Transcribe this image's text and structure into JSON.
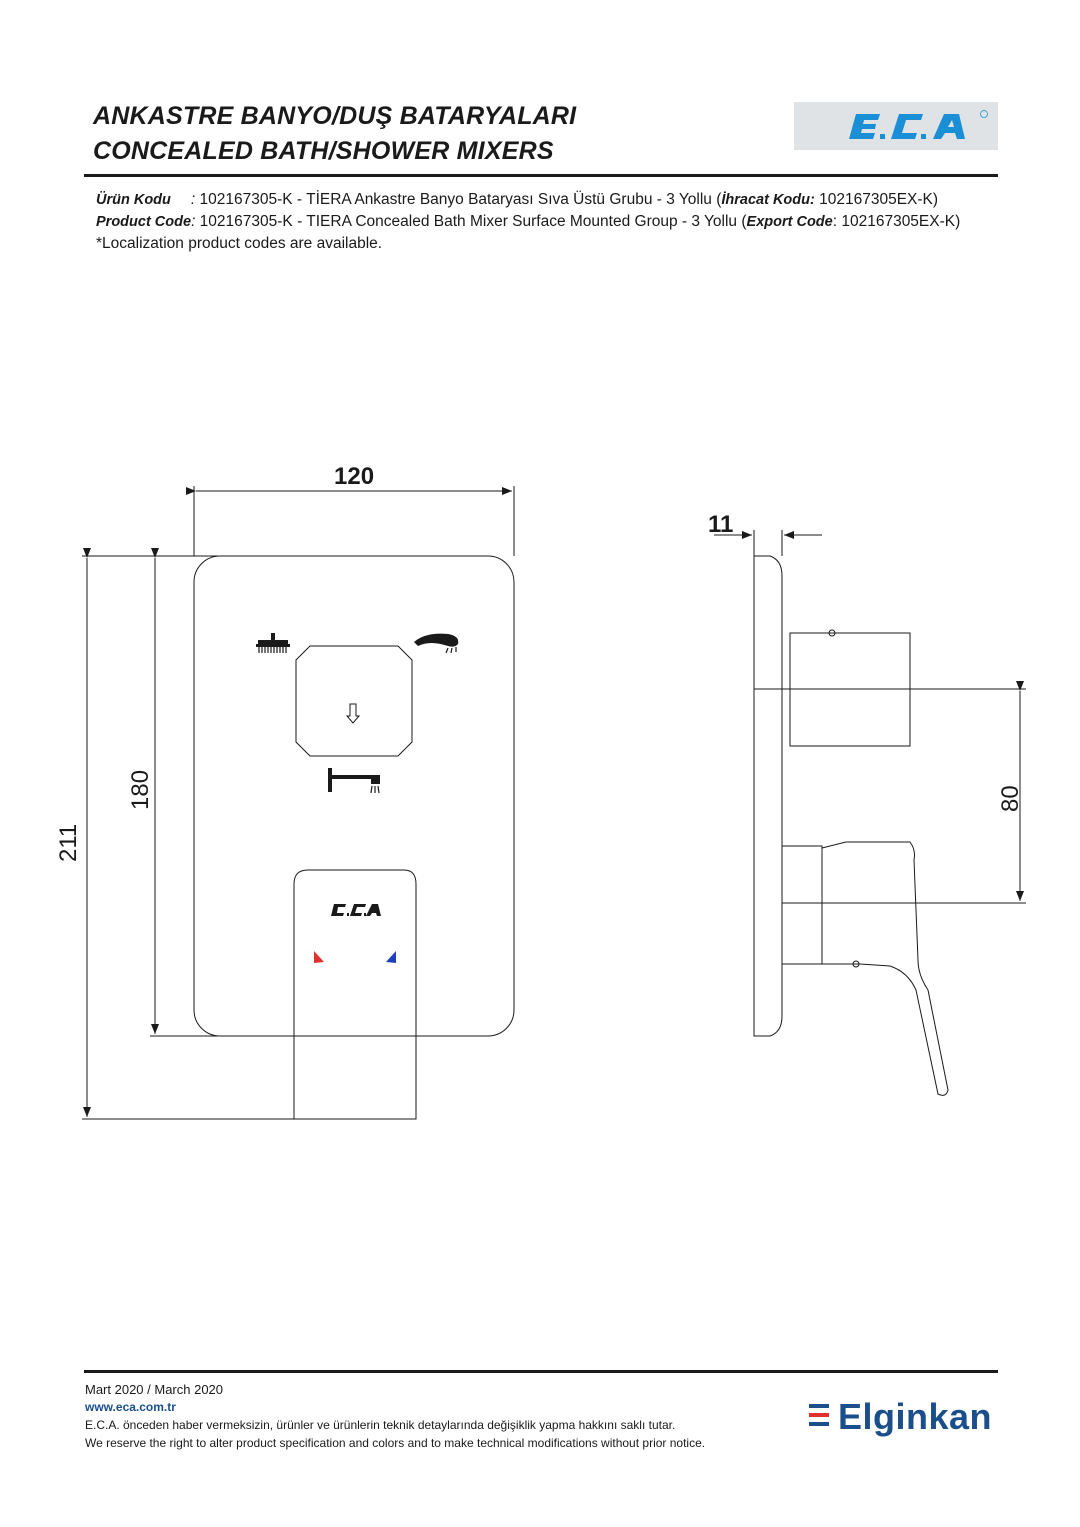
{
  "header": {
    "title_tr": "ANKASTRE BANYO/DUŞ BATARYALARI",
    "title_en": "CONCEALED BATH/SHOWER MIXERS",
    "brand_logo_text": "E.C.A"
  },
  "product": {
    "line1": {
      "label": "Ürün Kodu",
      "colon": ":",
      "value": "102167305-K - TİERA Ankastre Banyo Bataryası Sıva Üstü Grubu - 3 Yollu (",
      "export_label": "İhracat Kodu:",
      "export_value": " 102167305EX-K)"
    },
    "line2": {
      "label": "Product Code",
      "colon": ":",
      "value": " 102167305-K - TIERA Concealed Bath Mixer Surface Mounted Group - 3 Yollu (",
      "export_label": "Export Code",
      "export_value": ": 102167305EX-K)"
    },
    "note": "*Localization product codes are available."
  },
  "dimensions": {
    "width": "120",
    "height_plate": "180",
    "height_total": "211",
    "depth_plate": "11",
    "handle_offset": "80"
  },
  "footer": {
    "date": "Mart 2020 / March 2020",
    "url": "www.eca.com.tr",
    "disclaimer_tr": "E.C.A. önceden haber vermeksizin, ürünler ve ürünlerin teknik detaylarında değişiklik yapma hakkını saklı tutar.",
    "disclaimer_en": "We reserve the right to alter product specification and colors and to make technical modifications without prior notice.",
    "company": "Elginkan"
  },
  "colors": {
    "eca_blue": "#1a8fd6",
    "elginkan_blue": "#1b4f8c",
    "hot": "#e03030",
    "cold": "#2040c0"
  }
}
